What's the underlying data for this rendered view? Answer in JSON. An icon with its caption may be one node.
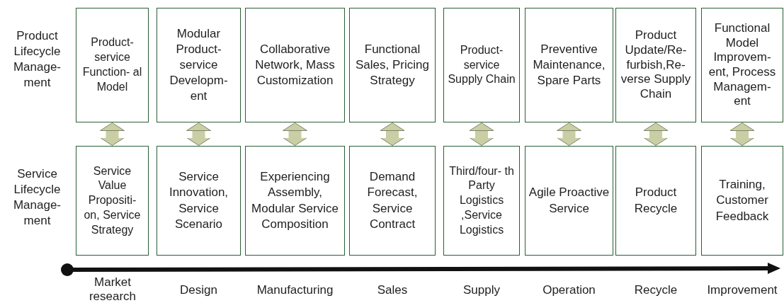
{
  "diagram": {
    "nodes": [
      {
        "text": [
          "Product- service Function- al Model"
        ]
      },
      {
        "text": [
          "Modular Product- service Developm- ent"
        ]
      },
      {
        "text": [
          "Collaborative Network, Mass Customization"
        ]
      },
      {
        "text": [
          "Functional Sales, Pricing Strategy"
        ]
      },
      {
        "text": [
          "Product- service Supply Chain"
        ]
      },
      {
        "text": [
          "Preventive Maintenance, Spare Parts"
        ]
      },
      {
        "text": [
          "Product Update/Re- furbish,Re- verse Supply Chain"
        ]
      },
      {
        "text": [
          "Functional Model Improvem- ent, Process Managem- ent"
        ]
      },
      {
        "text": [
          "Service Value Propositi- on, Service Strategy"
        ]
      },
      {
        "text": [
          "Service Innovation, Service Scenario"
        ]
      },
      {
        "text": [
          "Experiencing Assembly, Modular Service Composition"
        ]
      },
      {
        "text": [
          "Demand Forecast, Service Contract"
        ]
      },
      {
        "text": [
          "Third/four- th Party Logistics ,Service Logistics"
        ]
      },
      {
        "text": [
          "Agile Proactive Service"
        ]
      },
      {
        "text": [
          "Product Recycle"
        ]
      },
      {
        "text": [
          "Training, Customer Feedback"
        ]
      }
    ],
    "edges": [
      {
        "from": 0,
        "to": 8,
        "arrow": "both"
      },
      {
        "from": 1,
        "to": 9,
        "arrow": "both"
      },
      {
        "from": 2,
        "to": 10,
        "arrow": "both"
      },
      {
        "from": 3,
        "to": 11,
        "arrow": "both"
      },
      {
        "from": 4,
        "to": 12,
        "arrow": "both"
      },
      {
        "from": 5,
        "to": 13,
        "arrow": "both"
      },
      {
        "from": 6,
        "to": 14,
        "arrow": "both"
      },
      {
        "from": 7,
        "to": 15,
        "arrow": "both"
      }
    ],
    "labels": [
      "Product Lifecycle Manage- ment",
      "Service Lifecycle Manage- ment",
      "Market research",
      "Design",
      "Manufacturing",
      "Sales",
      "Supply",
      "Operation",
      "Recycle",
      "Improvement"
    ]
  }
}
